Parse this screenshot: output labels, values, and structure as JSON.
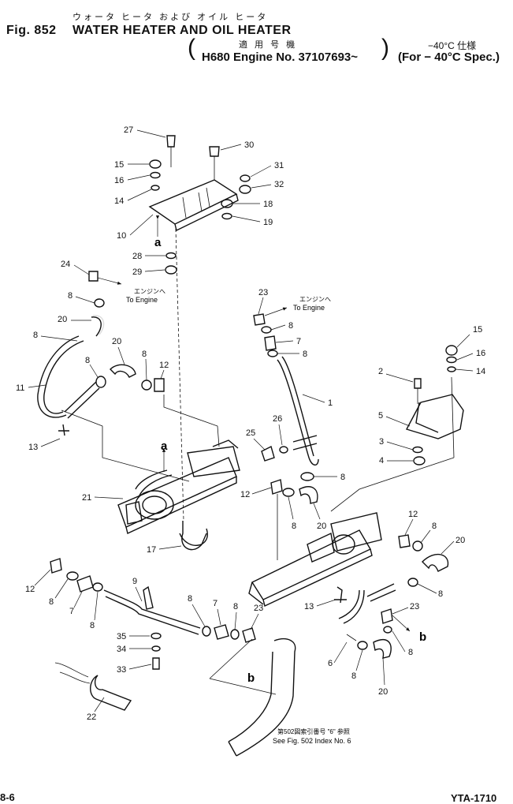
{
  "header": {
    "jp_title": "ウォータ ヒータ および オイル ヒータ",
    "fig_label": "Fig. 852",
    "title": "WATER HEATER AND OIL HEATER",
    "jp_serial_label": "適 用 号 機",
    "jp_spec_label": "−40°C 仕様",
    "serial": "H680 Engine No. 37107693~",
    "spec": "(For − 40°C Spec.)"
  },
  "notes": {
    "to_engine_jp_left": "エンジンへ",
    "to_engine_left": "To Engine",
    "to_engine_jp_right": "エンジンへ",
    "to_engine_right": "To Engine",
    "see_fig_jp": "第502図索引番号 \"6\" 参照",
    "see_fig": "See Fig. 502 Index No. 6"
  },
  "refs": {
    "a_top": "a",
    "a_mid": "a",
    "b_right": "b",
    "b_bottom": "b"
  },
  "callouts": {
    "n27": "27",
    "n30": "30",
    "n15a": "15",
    "n16a": "16",
    "n14a": "14",
    "n31": "31",
    "n32": "32",
    "n18": "18",
    "n19": "19",
    "n10": "10",
    "n28": "28",
    "n29": "29",
    "n24": "24",
    "n8a": "8",
    "n20a": "20",
    "n8b": "8",
    "n11": "11",
    "n20b": "20",
    "n8c": "8",
    "n8d": "8",
    "n12a": "12",
    "n13a": "13",
    "n23a": "23",
    "n8e": "8",
    "n7a": "7",
    "n8f": "8",
    "n1": "1",
    "n15b": "15",
    "n16b": "16",
    "n14b": "14",
    "n2": "2",
    "n5": "5",
    "n3": "3",
    "n4": "4",
    "n26": "26",
    "n25": "25",
    "n8g": "8",
    "n21": "21",
    "n12b": "12",
    "n8h": "8",
    "n20c": "20",
    "n17": "17",
    "n12c": "12",
    "n8i": "8",
    "n20d": "20",
    "n8j": "8",
    "n12d": "12",
    "n8k": "8",
    "n7b": "7",
    "n8l": "8",
    "n9": "9",
    "n8m": "8",
    "n7c": "7",
    "n8n": "8",
    "n23b": "23",
    "n13b": "13",
    "n23c": "23",
    "n8o": "8",
    "n6": "6",
    "n8p": "8",
    "n20e": "20",
    "n35": "35",
    "n34": "34",
    "n33": "33",
    "n22": "22"
  },
  "footer": {
    "page": "8-6",
    "code": "YTA-1710"
  }
}
